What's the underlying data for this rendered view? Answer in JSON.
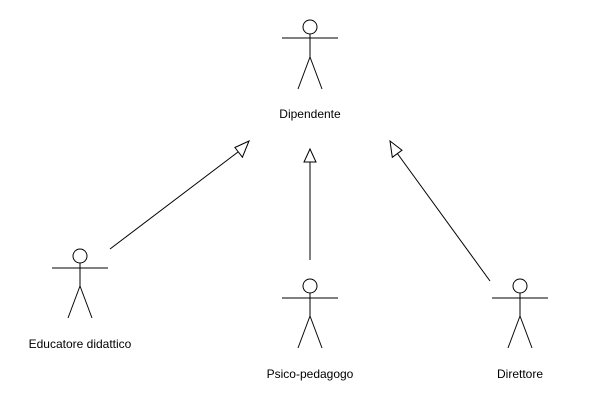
{
  "actors": {
    "dipendente": {
      "label": "Dipendente"
    },
    "educatore": {
      "label": "Educatore didattico"
    },
    "psico": {
      "label": "Psico-pedagogo"
    },
    "direttore": {
      "label": "Direttore"
    }
  },
  "relations": [
    {
      "type": "generalization",
      "from": "Educatore didattico",
      "to": "Dipendente"
    },
    {
      "type": "generalization",
      "from": "Psico-pedagogo",
      "to": "Dipendente"
    },
    {
      "type": "generalization",
      "from": "Direttore",
      "to": "Dipendente"
    }
  ],
  "colors": {
    "stroke": "#000000",
    "background": "#ffffff"
  }
}
